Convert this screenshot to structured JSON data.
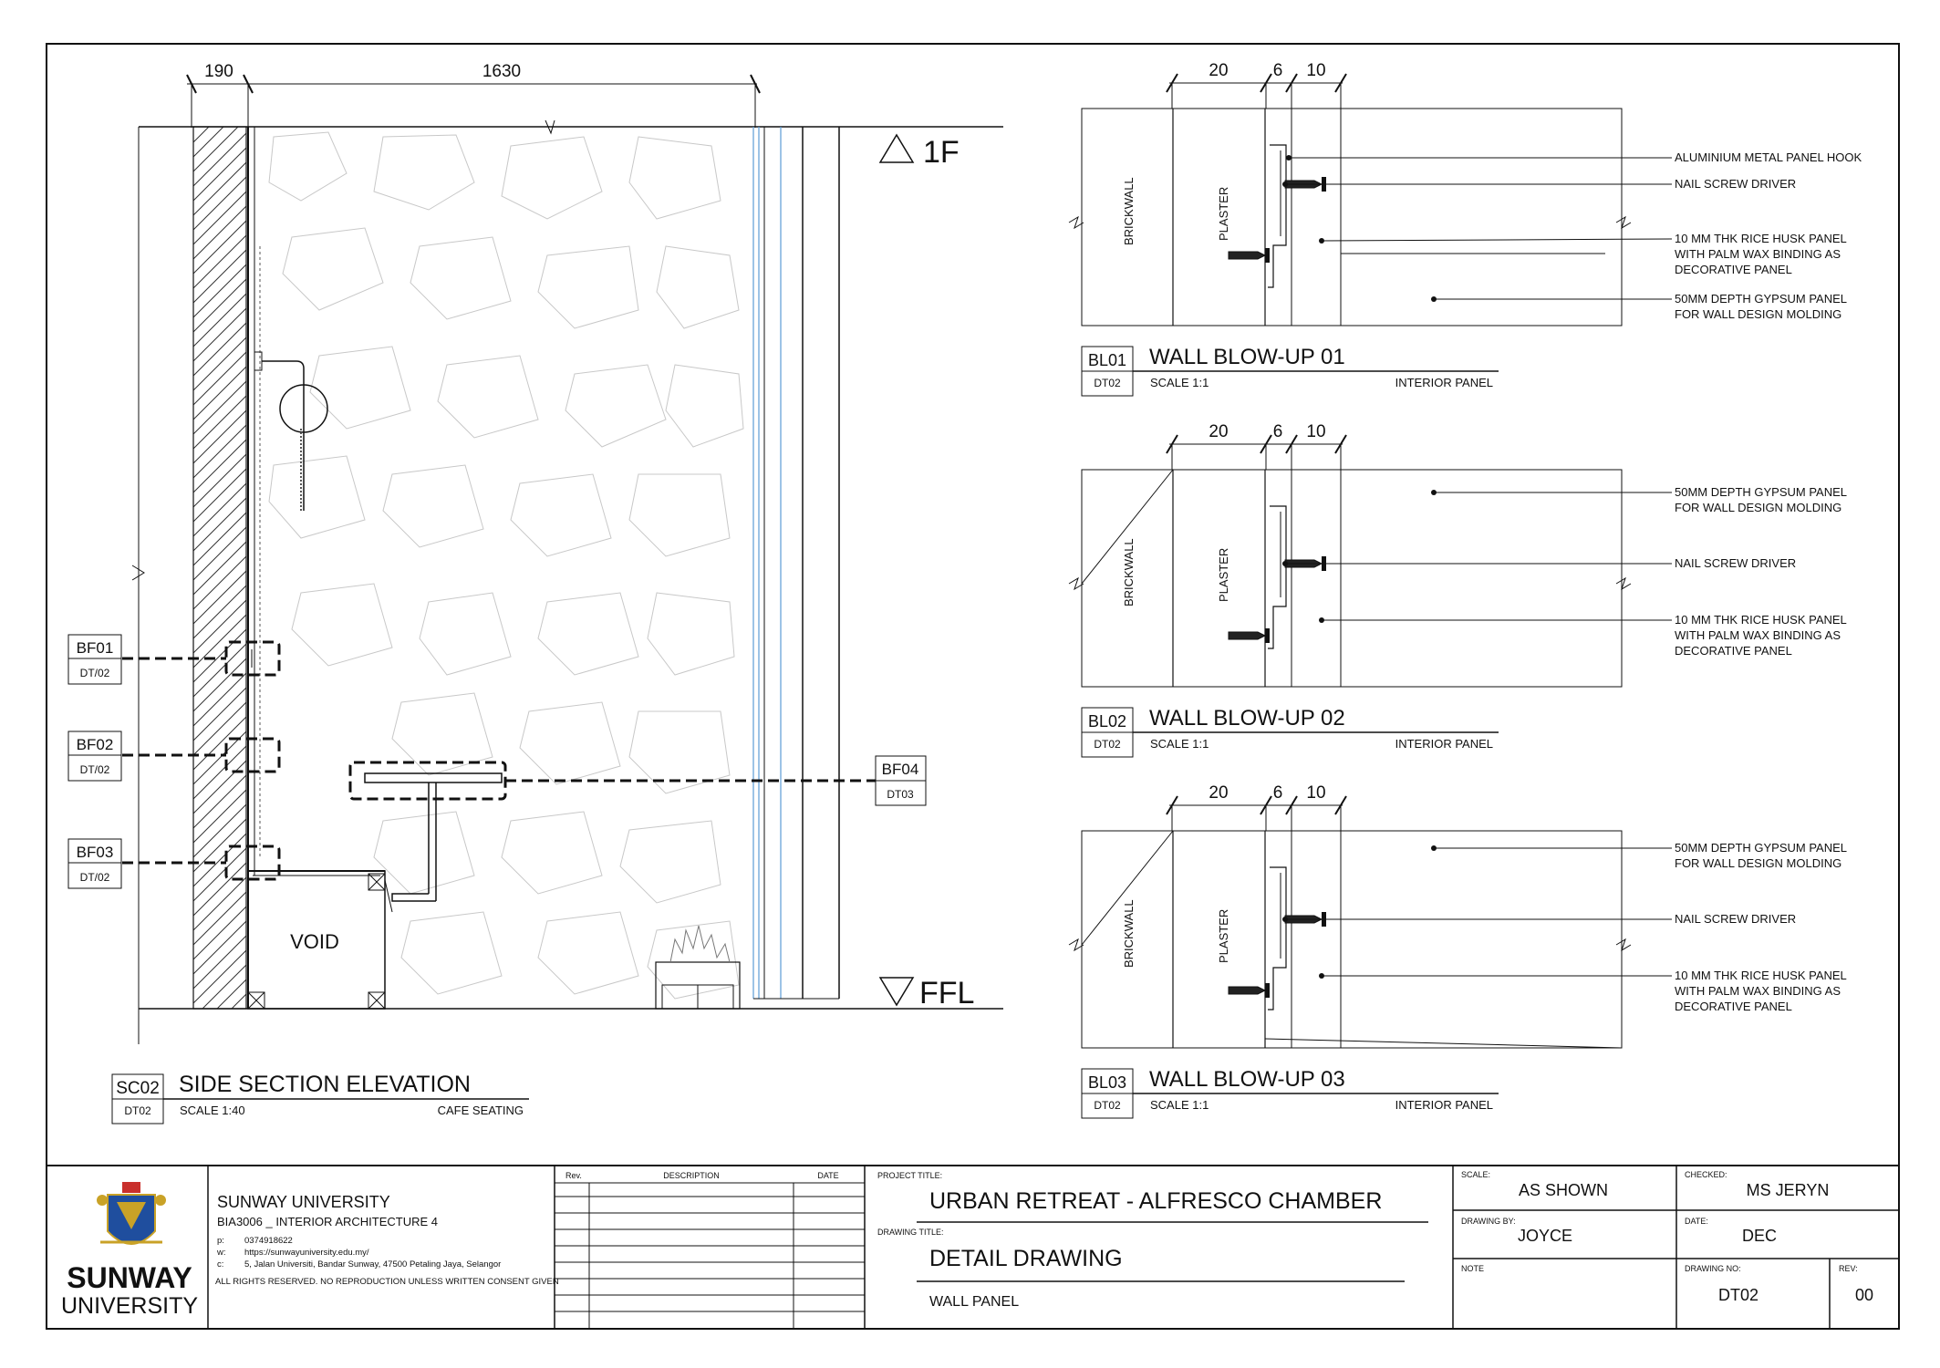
{
  "dims": {
    "left_wall": "190",
    "main_span": "1630",
    "blowup": [
      "20",
      "6",
      "10"
    ]
  },
  "levels": {
    "top": "1F",
    "bottom": "FFL"
  },
  "section": {
    "void_label": "VOID",
    "title_code": "SC02",
    "sheet_code": "DT02",
    "title": "SIDE SECTION ELEVATION",
    "scale": "SCALE  1:40",
    "context": "CAFE SEATING"
  },
  "callouts": [
    {
      "code": "BF01",
      "ref": "DT/02"
    },
    {
      "code": "BF02",
      "ref": "DT/02"
    },
    {
      "code": "BF03",
      "ref": "DT/02"
    },
    {
      "code": "BF04",
      "ref": "DT03"
    }
  ],
  "blowup_labels": {
    "brick": "BRICKWALL",
    "plaster": "PLASTER"
  },
  "blowups": [
    {
      "code": "BL01",
      "sheet": "DT02",
      "title": "WALL BLOW-UP 01",
      "scale": "SCALE 1:1",
      "context": "INTERIOR PANEL",
      "notes": [
        [
          "ALUMINIUM METAL PANEL HOOK"
        ],
        [
          "NAIL SCREW DRIVER"
        ],
        [
          "10 MM THK RICE HUSK PANEL",
          "WITH PALM WAX BINDING AS",
          "DECORATIVE PANEL"
        ],
        [
          "50MM DEPTH GYPSUM PANEL",
          "FOR WALL DESIGN MOLDING"
        ]
      ]
    },
    {
      "code": "BL02",
      "sheet": "DT02",
      "title": "WALL BLOW-UP 02",
      "scale": "SCALE 1:1",
      "context": "INTERIOR PANEL",
      "notes": [
        [
          "50MM DEPTH GYPSUM PANEL",
          "FOR WALL DESIGN MOLDING"
        ],
        [
          "NAIL SCREW DRIVER"
        ],
        [
          "10 MM THK RICE HUSK PANEL",
          "WITH PALM WAX BINDING AS",
          "DECORATIVE PANEL"
        ]
      ]
    },
    {
      "code": "BL03",
      "sheet": "DT02",
      "title": "WALL BLOW-UP 03",
      "scale": "SCALE 1:1",
      "context": "INTERIOR PANEL",
      "notes": [
        [
          "50MM DEPTH GYPSUM PANEL",
          "FOR WALL DESIGN MOLDING"
        ],
        [
          "NAIL SCREW DRIVER"
        ],
        [
          "10 MM THK RICE HUSK PANEL",
          "WITH PALM WAX BINDING AS",
          "DECORATIVE PANEL"
        ]
      ]
    }
  ],
  "title_block": {
    "logo_text_1": "SUNWAY",
    "logo_text_2": "UNIVERSITY",
    "university": "SUNWAY UNIVERSITY",
    "course": "BIA3006 _ INTERIOR ARCHITECTURE 4",
    "contact": [
      [
        "p:",
        "0374918622"
      ],
      [
        "w:",
        "https://sunwayuniversity.edu.my/"
      ],
      [
        "c:",
        "5, Jalan Universiti, Bandar Sunway, 47500 Petaling Jaya, Selangor"
      ]
    ],
    "rights": "ALL RIGHTS RESERVED. NO REPRODUCTION UNLESS WRITTEN CONSENT GIVEN",
    "rev_headers": [
      "Rev.",
      "DESCRIPTION",
      "DATE"
    ],
    "project_title_label": "PROJECT TITLE:",
    "project_title": "URBAN RETREAT - ALFRESCO CHAMBER",
    "drawing_title_label": "DRAWING TITLE:",
    "drawing_title": "DETAIL DRAWING",
    "drawing_subtitle": "WALL PANEL",
    "scale_label": "SCALE:",
    "scale_value": "AS SHOWN",
    "checked_label": "CHECKED:",
    "checked_value": "MS  JERYN",
    "drawn_label": "DRAWING BY:",
    "drawn_value": "JOYCE",
    "date_label": "DATE:",
    "date_value": "DEC",
    "note_label": "NOTE",
    "drawing_no_label": "DRAWING NO:",
    "drawing_no_value": "DT02",
    "rev_label": "REV:",
    "rev_value": "00"
  }
}
